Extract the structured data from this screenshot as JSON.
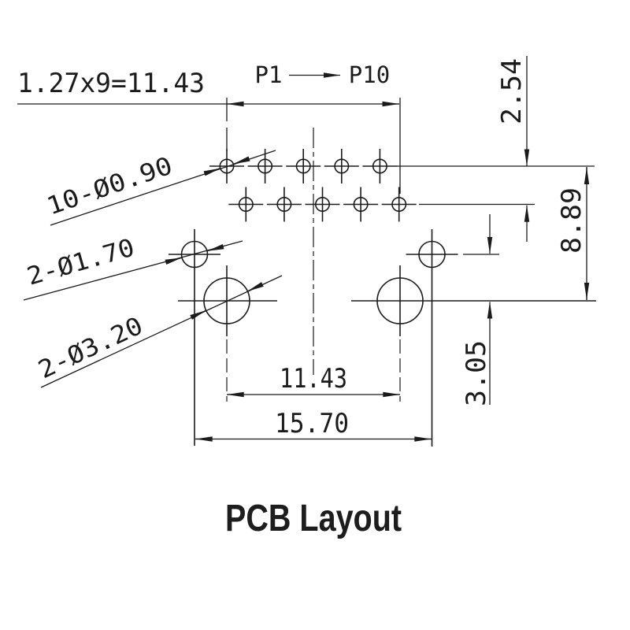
{
  "drawing": {
    "title": "PCB Layout",
    "top_dimension": "1.27x9=11.43",
    "pin_start": "P1",
    "pin_end": "P10",
    "leader_labels": {
      "small_holes": "10-Ø0.90",
      "medium_holes": "2-Ø1.70",
      "large_holes": "2-Ø3.20"
    },
    "dims": {
      "row_pitch": "2.54",
      "total_height": "8.89",
      "large_hole_offset": "3.05",
      "inner_span": "11.43",
      "outer_span": "15.70"
    }
  },
  "colors": {
    "line": "#1b1b1b",
    "background": "#ffffff"
  }
}
